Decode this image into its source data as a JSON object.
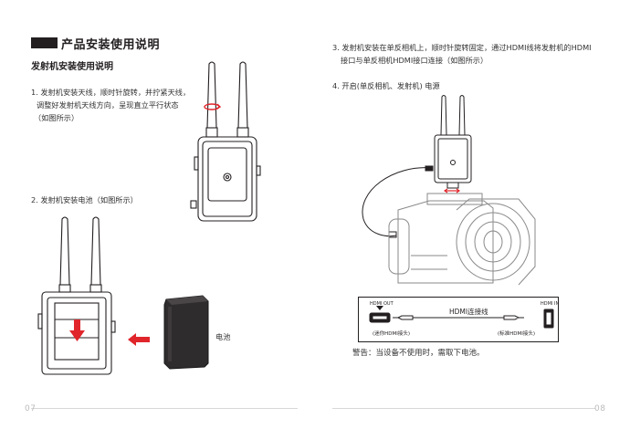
{
  "header": {
    "title": "产品安装使用说明",
    "subtitle": "发射机安装使用说明"
  },
  "left_page": {
    "step1": {
      "line1": "1. 发射机安装天线，顺时针旋转，并拧紧天线，",
      "line2": "调整好发射机天线方向，呈现直立平行状态",
      "line3": "（如图所示）"
    },
    "step2": "2. 发射机安装电池（如图所示）",
    "battery_label": "电池",
    "page_number": "07"
  },
  "right_page": {
    "step3": {
      "line1": "3. 发射机安装在单反相机上，顺时针旋转固定，通过HDMI线将发射机的HDMI",
      "line2": "接口与单反相机HDMI接口连接（如图所示）"
    },
    "step4": "4. 开启(单反相机、发射机) 电源",
    "hdmi_diagram": {
      "out_label": "HDMI OUT",
      "in_label": "HDMI IN",
      "cable_label": "HDMI连接线",
      "left_caption": "(迷你HDMI接头)",
      "right_caption": "(标准HDMI接头)"
    },
    "warning": "警告：当设备不使用时，需取下电池。",
    "page_number": "08"
  },
  "colors": {
    "accent_red": "#e0262b",
    "line_dark": "#231f20"
  }
}
